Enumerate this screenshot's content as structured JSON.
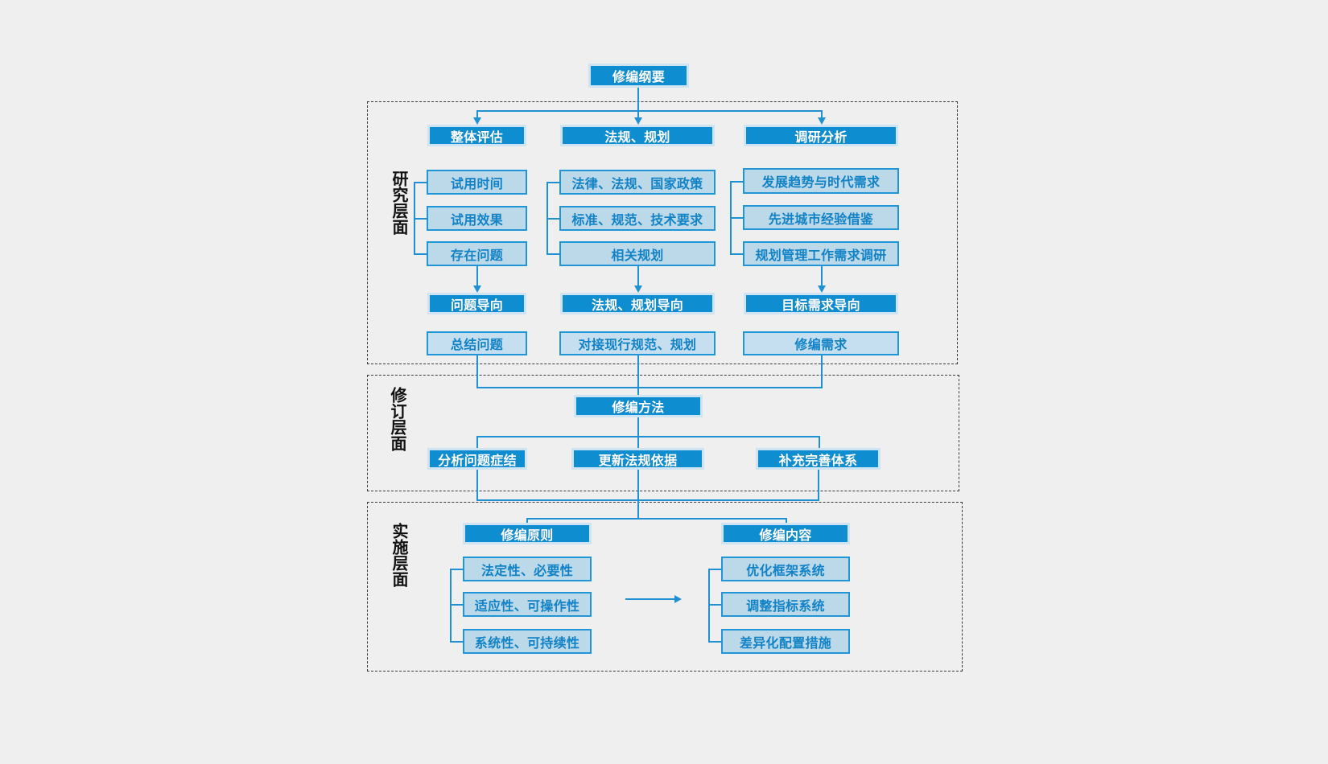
{
  "diagram": {
    "title": "修编纲要",
    "root": {
      "label": "修编纲要"
    },
    "sections": [
      {
        "id": "research",
        "label": "研究层面",
        "columns": [
          {
            "header": "整体评估",
            "items": [
              "试用时间",
              "试用效果",
              "存在问题"
            ],
            "orientation": "问题导向",
            "outcome": "总结问题"
          },
          {
            "header": "法规、规划",
            "items": [
              "法律、法规、国家政策",
              "标准、规范、技术要求",
              "相关规划"
            ],
            "orientation": "法规、规划导向",
            "outcome": "对接现行规范、规划"
          },
          {
            "header": "调研分析",
            "items": [
              "发展趋势与时代需求",
              "先进城市经验借鉴",
              "规划管理工作需求调研"
            ],
            "orientation": "目标需求导向",
            "outcome": "修编需求"
          }
        ]
      },
      {
        "id": "revision",
        "label": "修订层面",
        "header": "修编方法",
        "items": [
          "分析问题症结",
          "更新法规依据",
          "补充完善体系"
        ]
      },
      {
        "id": "implementation",
        "label": "实施层面",
        "groups": [
          {
            "header": "修编原则",
            "items": [
              "法定性、必要性",
              "适应性、可操作性",
              "系统性、可持续性"
            ]
          },
          {
            "header": "修编内容",
            "items": [
              "优化框架系统",
              "调整指标系统",
              "差异化配置措施"
            ]
          }
        ]
      }
    ],
    "colors": {
      "background": "#efefef",
      "dark_node_fill": "#0e8ed1",
      "dark_node_border": "#cfe4f2",
      "dark_node_text": "#ffffff",
      "light_node_fill": "#bcd9ea",
      "light_node_border": "#2196d6",
      "light_node_text": "#1282c6",
      "connector": "#1f90d2",
      "frame_border": "#3a3a3a",
      "label_text": "#111111"
    }
  }
}
